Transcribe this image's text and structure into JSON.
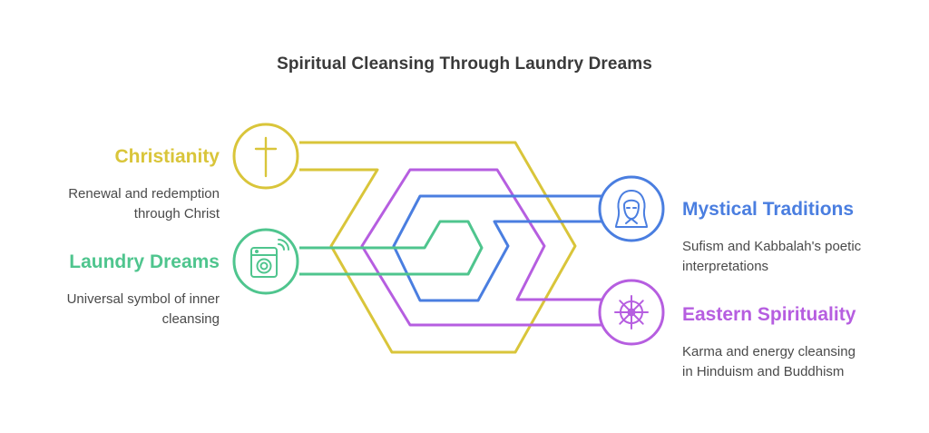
{
  "title": "Spiritual Cleansing Through Laundry Dreams",
  "colors": {
    "christianity": "#d9c53a",
    "laundry": "#4fc58e",
    "mystical": "#4a7ee0",
    "eastern": "#b65ee0",
    "title_text": "#3a3a3a",
    "body_text": "#4a4a4a"
  },
  "nodes": {
    "christianity": {
      "heading": "Christianity",
      "desc_lines": [
        "Renewal and redemption",
        "through Christ"
      ],
      "icon": "cross-icon"
    },
    "laundry": {
      "heading": "Laundry Dreams",
      "desc_lines": [
        "Universal symbol of inner",
        "cleansing"
      ],
      "icon": "washing-machine-icon"
    },
    "mystical": {
      "heading": "Mystical Traditions",
      "desc_lines": [
        "Sufism and Kabbalah's poetic",
        "interpretations"
      ],
      "icon": "hooded-figure-icon"
    },
    "eastern": {
      "heading": "Eastern Spirituality",
      "desc_lines": [
        "Karma and energy cleansing",
        "in Hinduism and Buddhism"
      ],
      "icon": "dharma-wheel-icon"
    }
  }
}
